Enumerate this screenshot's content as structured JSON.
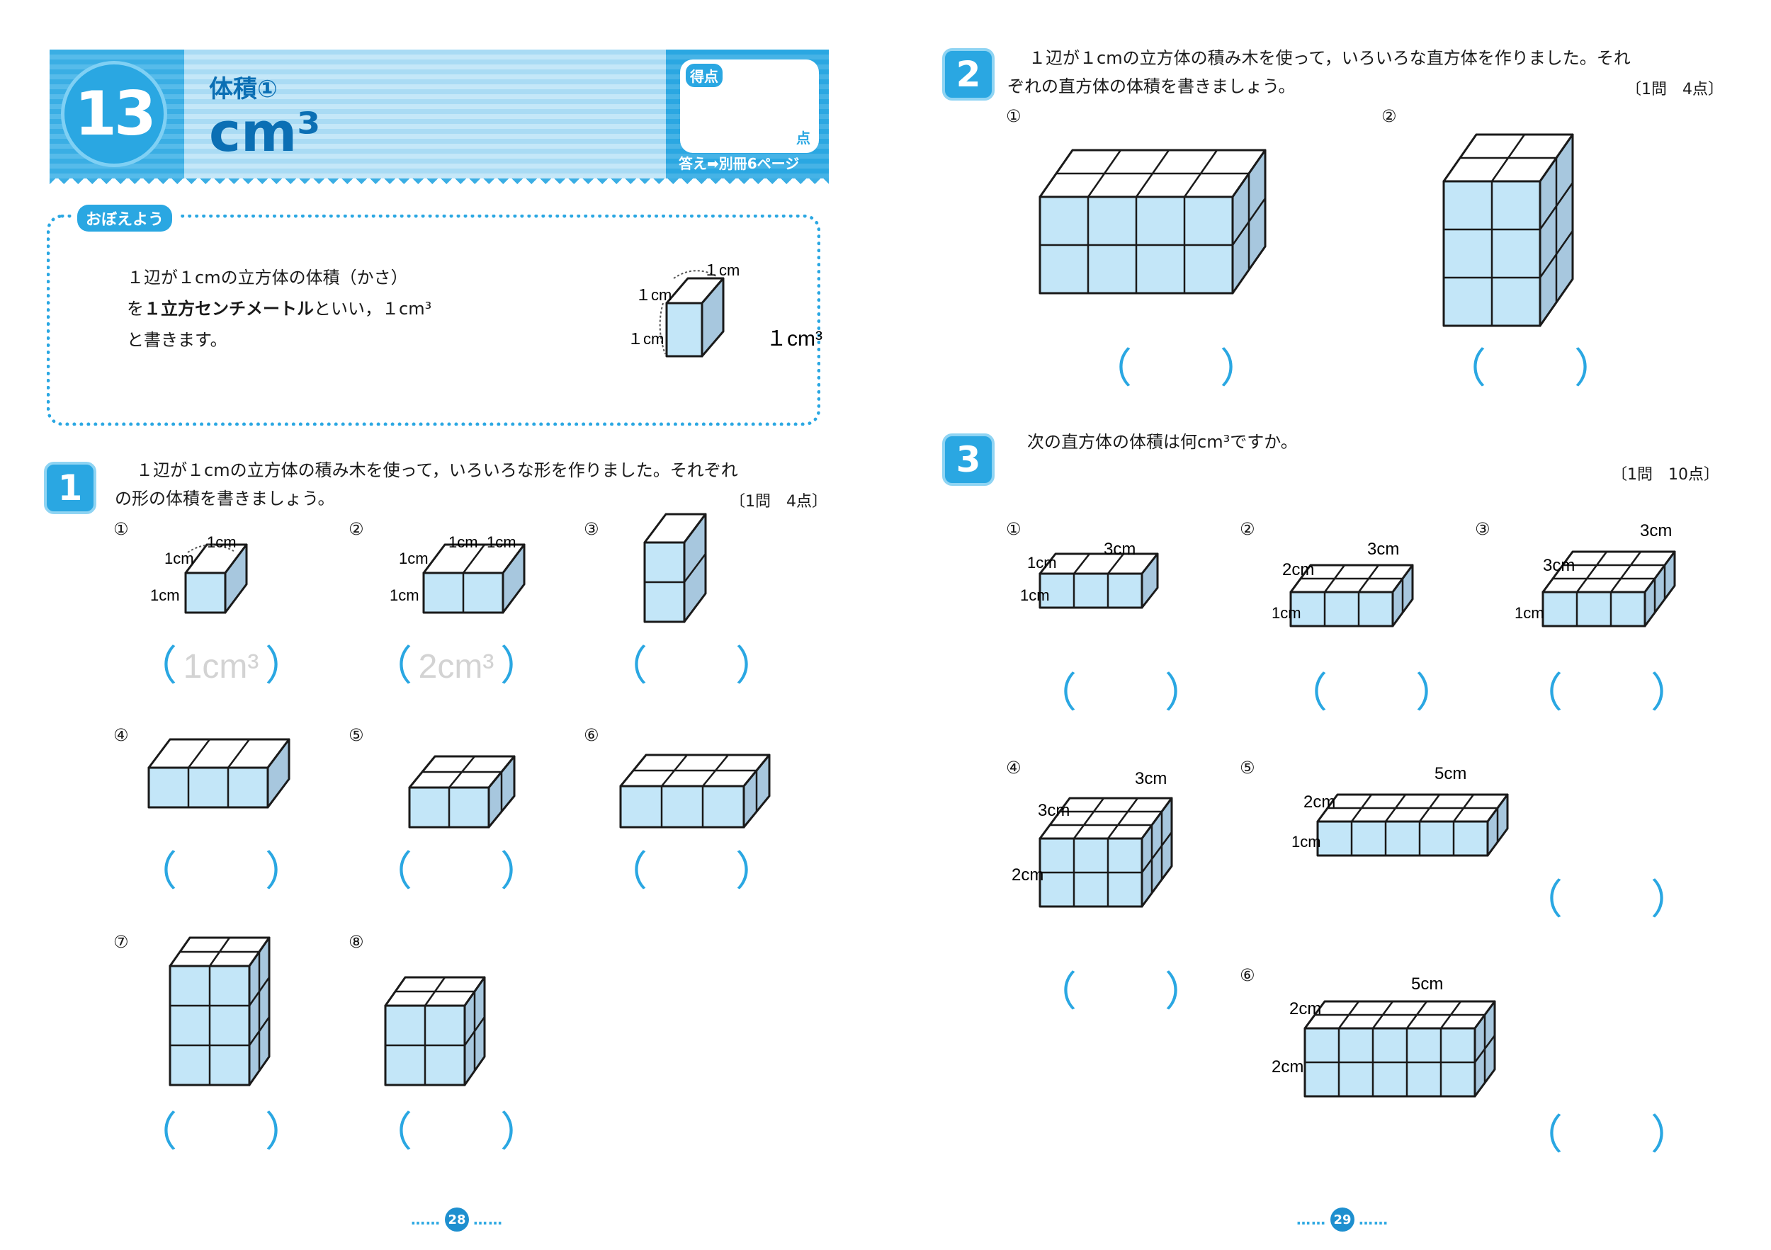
{
  "header": {
    "unit_number": "13",
    "subtitle": "体積①",
    "title": "cm³",
    "score_label": "得点",
    "score_unit": "点",
    "answer_ref": "答え➡別冊6ページ"
  },
  "memo": {
    "badge": "おぼえよう",
    "text_1": "１辺が１cmの立方体の体積（かさ）",
    "text_2a": "を",
    "text_2b": "１立方センチメートル",
    "text_2c": "といい，１cm³",
    "text_3": "と書きます。",
    "cube_label_top": "１cm",
    "cube_label_left": "１cm",
    "cube_label_side": "１cm",
    "unit_label": "１cm³"
  },
  "section1": {
    "number": "1",
    "instruction_1": "１辺が１cmの立方体の積み木を使って，いろいろな形を作りました。それぞれ",
    "instruction_2": "の形の体積を書きましょう。",
    "points": "〔1問　4点〕",
    "items": [
      {
        "label": "①",
        "answer": "1cm³",
        "dims": [
          "1cm",
          "1cm",
          "1cm"
        ]
      },
      {
        "label": "②",
        "answer": "2cm³",
        "dims": [
          "1cm",
          "1cm",
          "1cm",
          "1cm"
        ]
      },
      {
        "label": "③",
        "answer": ""
      },
      {
        "label": "④",
        "answer": ""
      },
      {
        "label": "⑤",
        "answer": ""
      },
      {
        "label": "⑥",
        "answer": ""
      },
      {
        "label": "⑦",
        "answer": ""
      },
      {
        "label": "⑧",
        "answer": ""
      }
    ]
  },
  "section2": {
    "number": "2",
    "instruction_1": "１辺が１cmの立方体の積み木を使って，いろいろな直方体を作りました。それ",
    "instruction_2": "ぞれの直方体の体積を書きましょう。",
    "points": "〔1問　4点〕",
    "items": [
      {
        "label": "①"
      },
      {
        "label": "②"
      }
    ]
  },
  "section3": {
    "number": "3",
    "instruction": "次の直方体の体積は何cm³ですか。",
    "points": "〔1問　10点〕",
    "items": [
      {
        "label": "①",
        "length": "3cm",
        "depth": "1cm",
        "height": "1cm"
      },
      {
        "label": "②",
        "length": "3cm",
        "depth": "2cm",
        "height": "1cm"
      },
      {
        "label": "③",
        "length": "3cm",
        "depth": "3cm",
        "height": "1cm"
      },
      {
        "label": "④",
        "length": "3cm",
        "depth": "3cm",
        "height": "2cm"
      },
      {
        "label": "⑤",
        "length": "5cm",
        "depth": "2cm",
        "height": "1cm"
      },
      {
        "label": "⑥",
        "length": "5cm",
        "depth": "2cm",
        "height": "2cm"
      }
    ]
  },
  "paren_open": "（",
  "paren_close": "）",
  "page_numbers": {
    "left": "28",
    "right": "29",
    "dots": "……"
  }
}
